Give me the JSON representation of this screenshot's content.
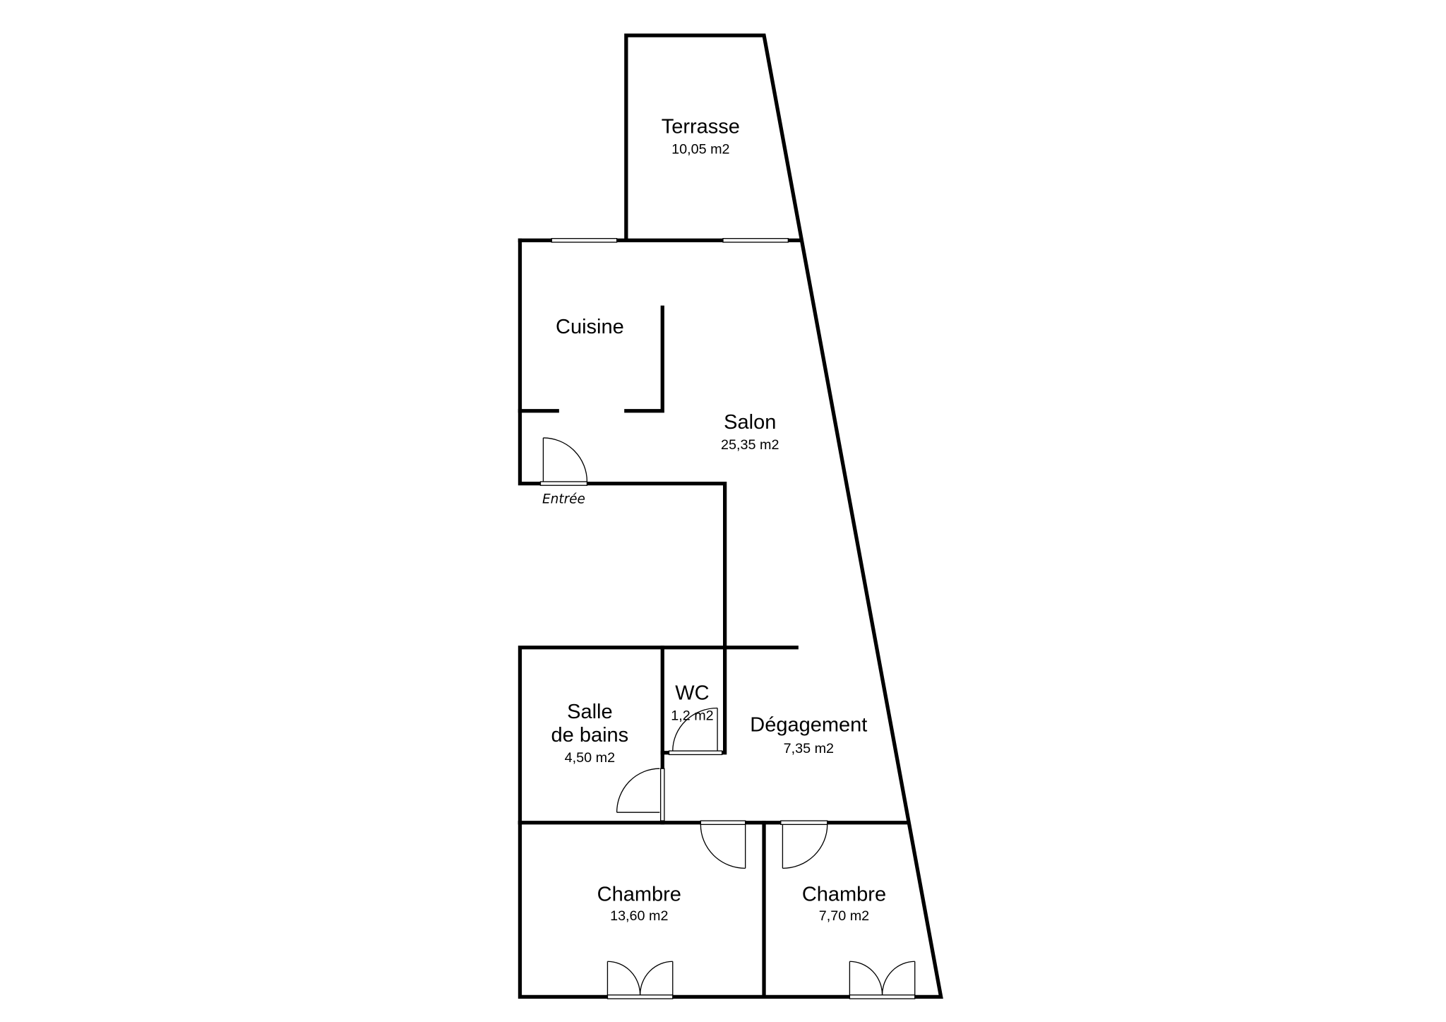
{
  "plan": {
    "rooms": [
      {
        "id": "terrasse",
        "name": "Terrasse",
        "area": "10,05 m2"
      },
      {
        "id": "cuisine",
        "name": "Cuisine"
      },
      {
        "id": "salon",
        "name": "Salon",
        "area": "25,35 m2"
      },
      {
        "id": "salle-de-bains",
        "name_line1": "Salle",
        "name_line2": "de bains",
        "area": "4,50 m2"
      },
      {
        "id": "wc",
        "name": "WC",
        "area": "1,2 m2"
      },
      {
        "id": "degagement",
        "name": "Dégagement",
        "area": "7,35 m2"
      },
      {
        "id": "chambre-1",
        "name": "Chambre",
        "area": "13,60 m2"
      },
      {
        "id": "chambre-2",
        "name": "Chambre",
        "area": "7,70 m2"
      }
    ],
    "entrance_label": "Entrée",
    "colors": {
      "wall": "#000000",
      "background": "#ffffff"
    }
  }
}
